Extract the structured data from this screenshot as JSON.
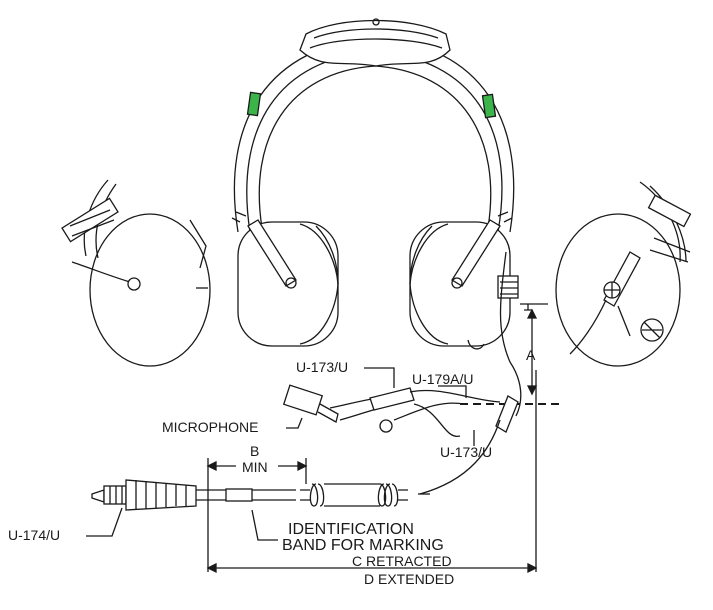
{
  "labels": {
    "u173_top": "U-173/U",
    "u179a": "U-179A/U",
    "microphone": "MICROPHONE",
    "u173_bottom": "U-173/U",
    "dim_a": "A",
    "dim_b": "B",
    "dim_b_min": "MIN",
    "u174": "U-174/U",
    "identification_1": "IDENTIFICATION",
    "identification_2": "BAND FOR MARKING",
    "c_retracted": "C RETRACTED",
    "d_extended": "D EXTENDED"
  },
  "colors": {
    "line": "#1a1a1a",
    "accent_green": "#3bb54a",
    "fill": "#ffffff"
  }
}
